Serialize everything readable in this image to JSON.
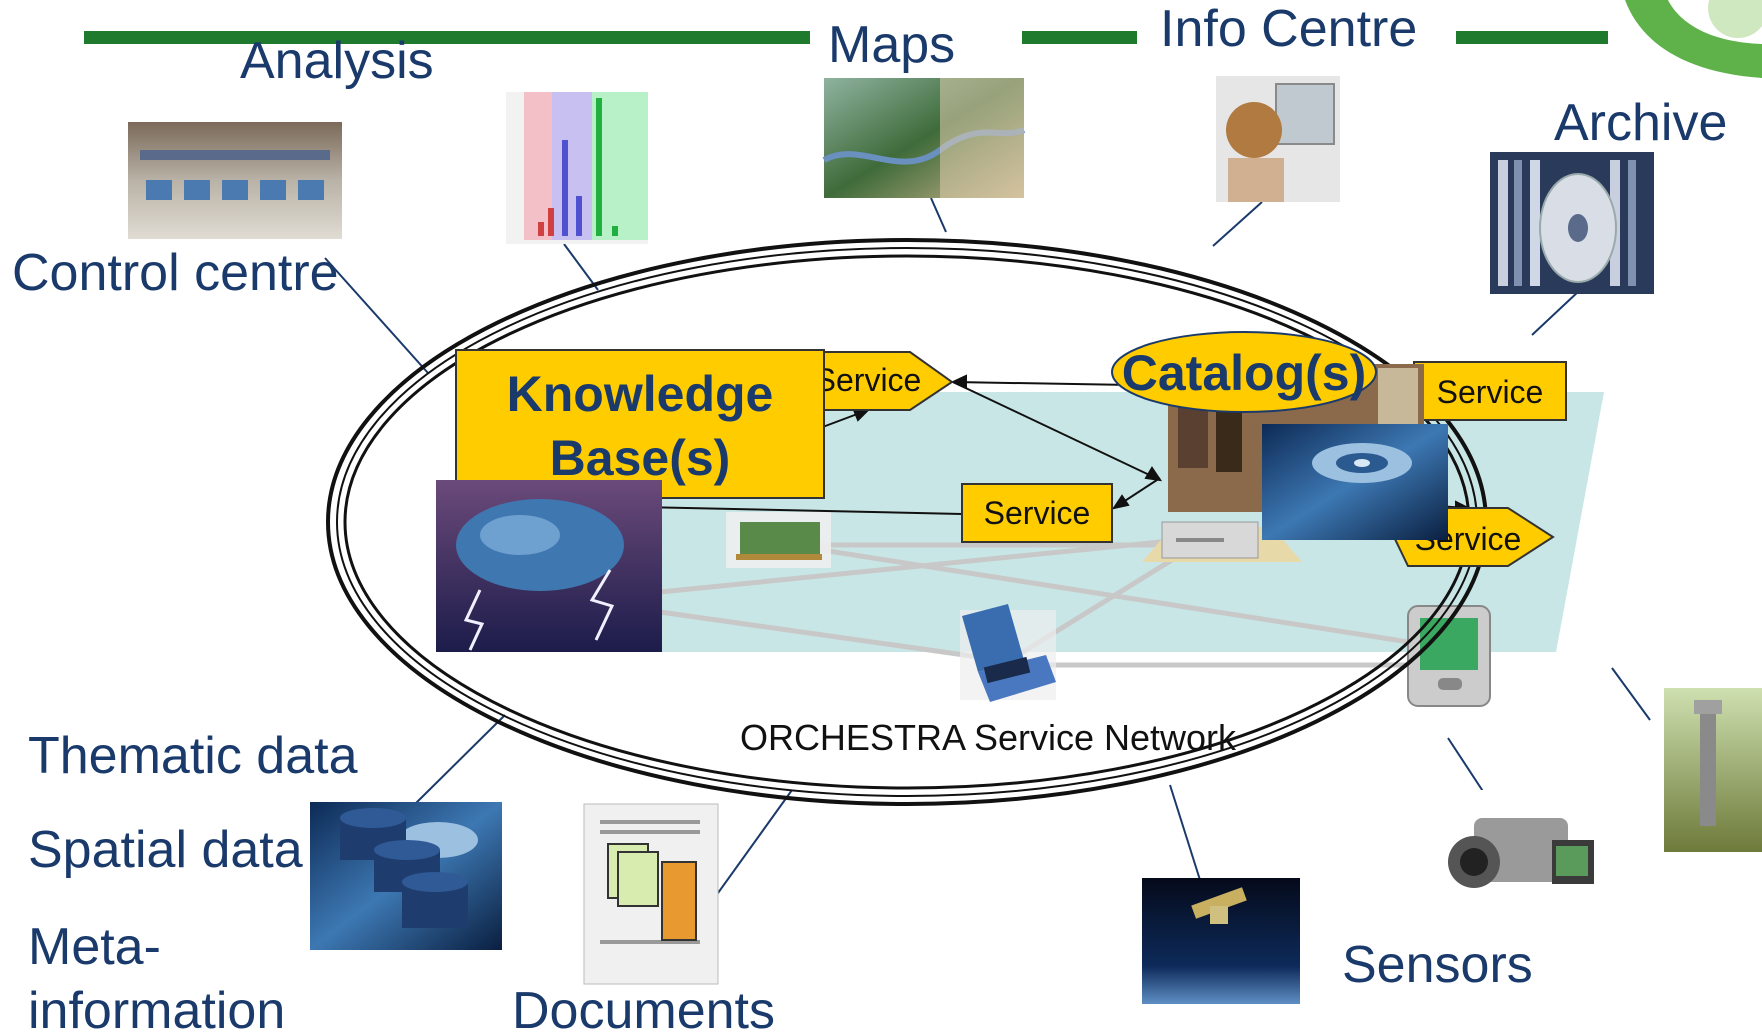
{
  "colors": {
    "accent_green": "#1f7a2e",
    "label_blue": "#1a3a6b",
    "box_yellow": "#ffcc00",
    "network_teal": "#bfe2e2"
  },
  "top_labels": {
    "analysis": "Analysis",
    "maps": "Maps",
    "info_centre": "Info Centre",
    "archive": "Archive",
    "control_centre": "Control centre"
  },
  "bottom_labels": {
    "thematic_data": "Thematic data",
    "spatial_data": "Spatial data",
    "meta_line1": "Meta-",
    "meta_line2": "information",
    "documents": "Documents",
    "sensors": "Sensors"
  },
  "network": {
    "title": "ORCHESTRA Service Network",
    "kb_line1": "Knowledge",
    "kb_line2": "Base(s)",
    "catalog": "Catalog(s)",
    "service_label": "Service"
  },
  "icons": {
    "control_centre": "control-room-photo",
    "analysis": "bar-chart-thumbnail",
    "maps": "terrain-map-photo",
    "info_centre": "person-at-computer-photo",
    "archive": "archive-shelves-photo",
    "brain": "brain-lightning-image",
    "databases": "database-cylinders-image",
    "documents": "documents-folder-image",
    "satellite": "satellite-photo",
    "camcorder": "camcorder-photo",
    "field_sensor": "field-sensor-photo",
    "logo": "green-swoosh-logo"
  }
}
